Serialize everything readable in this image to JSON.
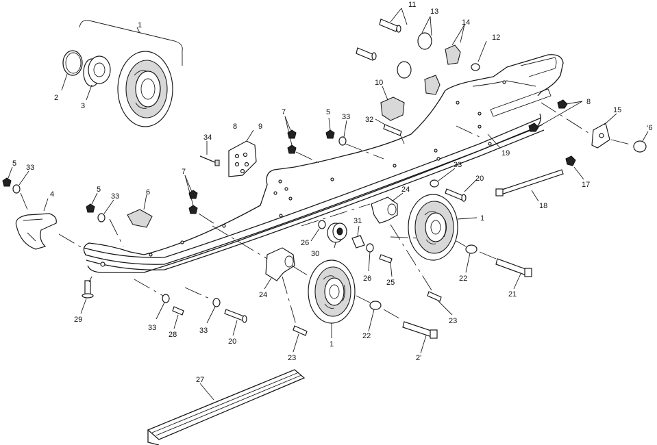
{
  "callouts": {
    "c1a": "1",
    "c1b": "1",
    "c1c": "1",
    "c2": "2",
    "c3": "3",
    "c4": "4",
    "c5a": "5",
    "c5b": "5",
    "c5c": "5",
    "c6": "6",
    "c7a": "7",
    "c7b": "7",
    "c8a": "8",
    "c8b": "8",
    "c9": "9",
    "c10": "10",
    "c11": "11",
    "c12": "12",
    "c13": "13",
    "c14": "14",
    "c15": "15",
    "c16": "‘6",
    "c17": "17",
    "c18": "18",
    "c19": "19",
    "c20a": "20",
    "c20b": "20",
    "c21a": "21",
    "c21b": "2'",
    "c22a": "22",
    "c22b": "22",
    "c23a": "23",
    "c23b": "23",
    "c24a": "24",
    "c24b": "24",
    "c25": "25",
    "c26a": "26",
    "c26b": "26",
    "c27": "27",
    "c28": "28",
    "c29": "29",
    "c30": "30",
    "c31": "31",
    "c32": "32",
    "c33a": "33",
    "c33b": "33",
    "c33c": "33",
    "c33d": "33",
    "c33e": "33",
    "c33f": "33",
    "c34": "34"
  }
}
